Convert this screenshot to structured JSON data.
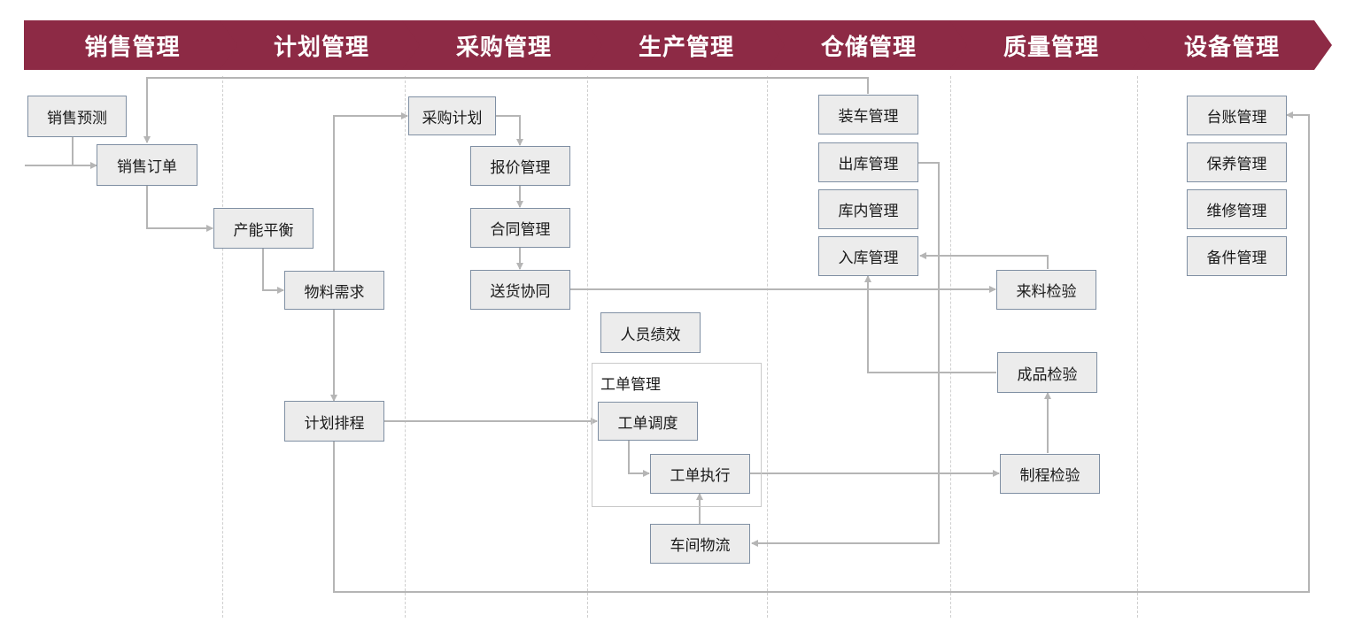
{
  "colors": {
    "header_fill": "#8d2a45",
    "header_text": "#ffffff",
    "box_fill": "#ececec",
    "box_border": "#7f8fa3",
    "connector": "#b5b5b5"
  },
  "phases": [
    {
      "id": "sales",
      "label": "销售管理"
    },
    {
      "id": "plan",
      "label": "计划管理"
    },
    {
      "id": "purchase",
      "label": "采购管理"
    },
    {
      "id": "production",
      "label": "生产管理"
    },
    {
      "id": "warehouse",
      "label": "仓储管理"
    },
    {
      "id": "quality",
      "label": "质量管理"
    },
    {
      "id": "equipment",
      "label": "设备管理"
    }
  ],
  "nodes": {
    "sales_forecast": "销售预测",
    "sales_order": "销售订单",
    "capacity_balance": "产能平衡",
    "material_demand": "物料需求",
    "plan_scheduling": "计划排程",
    "purchase_plan": "采购计划",
    "quote_mgmt": "报价管理",
    "contract_mgmt": "合同管理",
    "delivery_collab": "送货协同",
    "staff_performance": "人员绩效",
    "work_order_dispatch": "工单调度",
    "work_order_exec": "工单执行",
    "workshop_logistics": "车间物流",
    "loading_mgmt": "装车管理",
    "outbound_mgmt": "出库管理",
    "in_warehouse_mgmt": "库内管理",
    "inbound_mgmt": "入库管理",
    "incoming_inspection": "来料检验",
    "finished_inspection": "成品检验",
    "process_inspection": "制程检验",
    "ledger_mgmt": "台账管理",
    "maintenance_mgmt": "保养管理",
    "repair_mgmt": "维修管理",
    "spare_parts_mgmt": "备件管理"
  },
  "groups": {
    "work_order_mgmt": "工单管理"
  }
}
